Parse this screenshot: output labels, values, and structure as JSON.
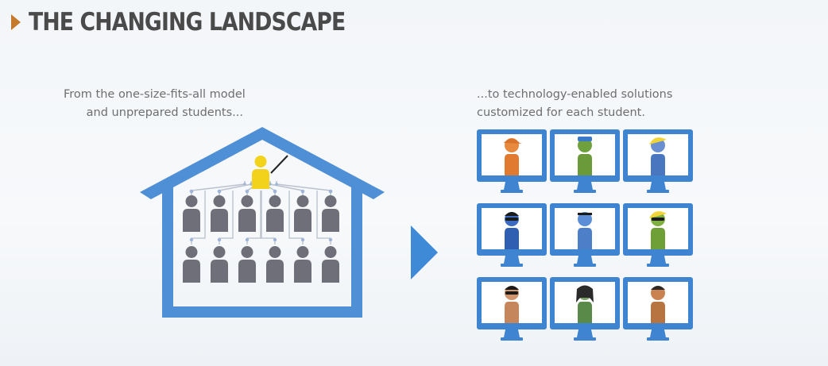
{
  "header": {
    "title": "THE CHANGING LANDSCAPE",
    "bullet_icon": "triangle-bullet-icon",
    "accent_color": "#c47a2a"
  },
  "left_panel": {
    "caption_lines": [
      "From the one-size-fits-all model",
      "and unprepared students..."
    ],
    "icon": "schoolhouse-icon",
    "teacher_icon": "teacher-with-pointer-icon",
    "student_icon": "student-silhouette-icon",
    "student_rows": 2,
    "students_per_row": 6,
    "colors": {
      "house": "#4f8fd6",
      "teacher": "#f2d21a",
      "student": "#6f6f7a",
      "connector": "#b9c0cc"
    }
  },
  "transition": {
    "icon": "right-arrow-icon",
    "color": "#3f8ad6"
  },
  "right_panel": {
    "caption_lines": [
      "...to technology-enabled solutions",
      "customized for each student."
    ],
    "icon": "computer-monitor-icon",
    "monitor_color": "#3f84d0",
    "students": [
      {
        "icon": "student-orange-cap-icon",
        "body_color": "#e07a2e",
        "head_color": "#e88a3e"
      },
      {
        "icon": "student-blue-cap-icon",
        "body_color": "#6a9a3a",
        "head_color": "#6fa03e"
      },
      {
        "icon": "student-blonde-icon",
        "body_color": "#4a76c0",
        "head_color": "#6a8fd0"
      },
      {
        "icon": "student-sunglasses-icon",
        "body_color": "#2f5fb0",
        "head_color": "#3b6cc2"
      },
      {
        "icon": "student-headband-icon",
        "body_color": "#4c7fc8",
        "head_color": "#5b8ed6"
      },
      {
        "icon": "student-blonde-shades-icon",
        "body_color": "#6fa037",
        "head_color": "#80b044"
      },
      {
        "icon": "student-dark-hair-shades-icon",
        "body_color": "#c4865a",
        "head_color": "#d0956a"
      },
      {
        "icon": "student-long-hair-icon",
        "body_color": "#5a8a4a",
        "head_color": "#7aa06a"
      },
      {
        "icon": "student-short-hair-icon",
        "body_color": "#b87440",
        "head_color": "#c98250"
      }
    ]
  }
}
